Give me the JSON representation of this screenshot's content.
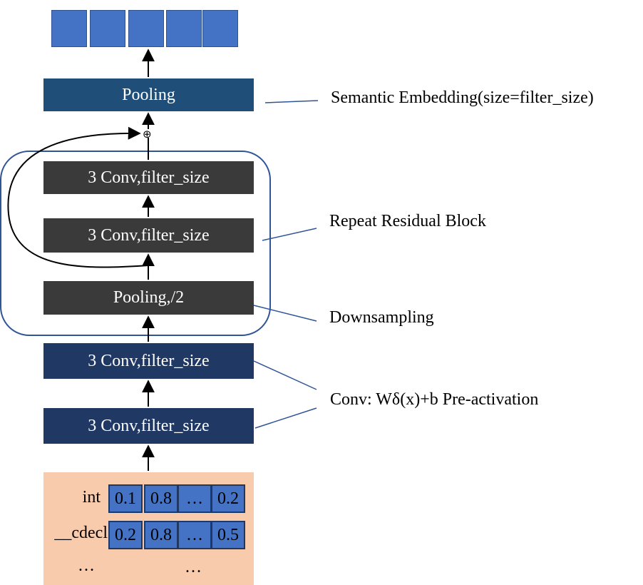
{
  "output_vector": {
    "cells": 5
  },
  "layers": {
    "pooling_top": "Pooling",
    "res_conv_2": "3 Conv,filter_size",
    "res_conv_1": "3 Conv,filter_size",
    "pooling_half": "Pooling,/2",
    "conv_2": "3 Conv,filter_size",
    "conv_1": "3 Conv,filter_size"
  },
  "annotations": {
    "semantic_embedding": "Semantic Embedding(size=filter_size)",
    "repeat_residual": "Repeat Residual  Block",
    "downsampling": "Downsampling",
    "conv_preactivation": "Conv: Wδ(x)+b Pre-activation"
  },
  "residual_sum_symbol": "⊕",
  "input": {
    "rows": [
      {
        "label": "int",
        "values": [
          "0.1",
          "0.8",
          "…",
          "0.2"
        ]
      },
      {
        "label": "__cdecl",
        "values": [
          "0.2",
          "0.8",
          "…",
          "0.5"
        ]
      }
    ],
    "ellipsis_label": "…",
    "ellipsis_values": "…"
  },
  "colors": {
    "vector_cell": "#4472c4",
    "input_panel": "#f8cbad",
    "conv_box": "#1f3864",
    "pool_box": "#1f4e79",
    "residual_box": "#3a3a3a"
  }
}
